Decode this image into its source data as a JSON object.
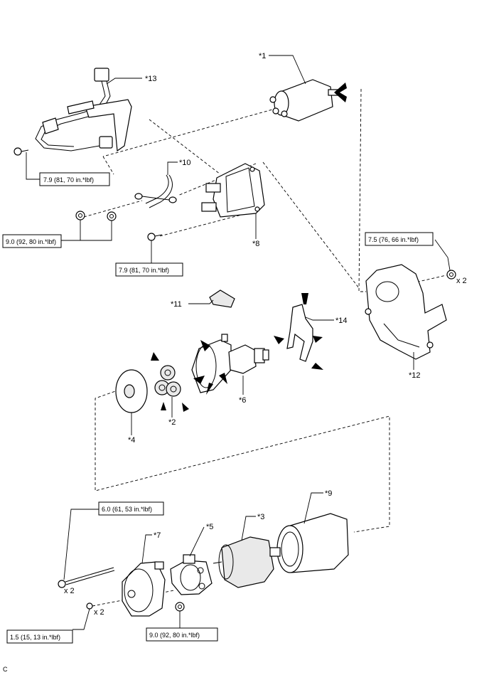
{
  "labels": {
    "p1": "*1",
    "p2": "*2",
    "p3": "*3",
    "p4": "*4",
    "p5": "*5",
    "p6": "*6",
    "p7": "*7",
    "p8": "*8",
    "p9": "*9",
    "p10": "*10",
    "p11": "*11",
    "p12": "*12",
    "p13": "*13",
    "p14": "*14"
  },
  "torques": {
    "t_harness_bolt": "7.9 (81, 70 in.*lbf)",
    "t_nuts_9": "9.0 (92, 80 in.*lbf)",
    "t_switch_bolt": "7.9 (81, 70 in.*lbf)",
    "t_housing_nut": "7.5 (76, 66 in.*lbf)",
    "t_through_bolt": "6.0 (61, 53 in.*lbf)",
    "t_screw": "1.5 (15, 13 in.*lbf)",
    "t_holder_nut": "9.0 (92, 80 in.*lbf)"
  },
  "quantities": {
    "q_housing_nut": "x 2",
    "q_through_bolt": "x 2",
    "q_screw": "x 2"
  },
  "corner_code": "C"
}
